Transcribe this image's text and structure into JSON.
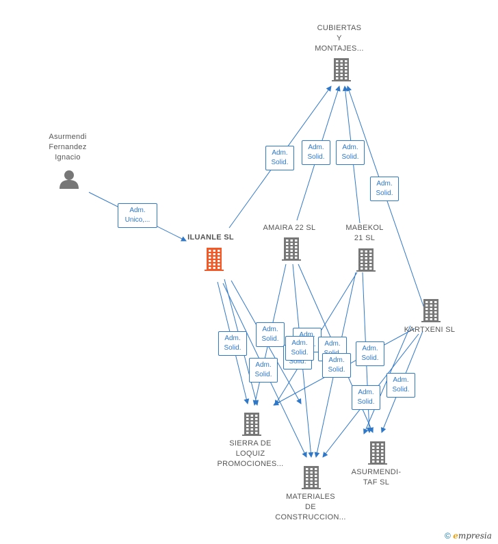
{
  "colors": {
    "edge": "#2f77c7",
    "building": "#777777",
    "building_highlight": "#f05a28",
    "person": "#777777"
  },
  "nodes": [
    {
      "id": "cubiertas",
      "label": "CUBIERTAS\nY\nMONTAJES...",
      "icon": "building-icon"
    },
    {
      "id": "asurmendi_fernandez",
      "label": "Asurmendi\nFernandez\nIgnacio",
      "icon": "person-icon"
    },
    {
      "id": "iluanle",
      "label": "ILUANLE  SL",
      "icon": "building-icon",
      "highlight": true
    },
    {
      "id": "amaira",
      "label": "AMAIRA 22  SL",
      "icon": "building-icon"
    },
    {
      "id": "mabekol",
      "label": "MABEKOL\n21  SL",
      "icon": "building-icon"
    },
    {
      "id": "kartxeni",
      "label": "KARTXENI  SL",
      "icon": "building-icon"
    },
    {
      "id": "sierra",
      "label": "SIERRA DE\nLOQUIZ\nPROMOCIONES...",
      "icon": "building-icon"
    },
    {
      "id": "materiales",
      "label": "MATERIALES\nDE\nCONSTRUCCION...",
      "icon": "building-icon"
    },
    {
      "id": "asurmendi_taf",
      "label": "ASURMENDI-\nTAF  SL",
      "icon": "building-icon"
    }
  ],
  "edge_labels": [
    "Adm.\nUnico,...",
    "Adm.\nSolid.",
    "Adm.\nSolid.",
    "Adm.\nSolid.",
    "Adm.\nSolid.",
    "Adm.\nSolid.",
    "Adm.\nSolid.",
    "Adm.\nSolid.",
    "Adm.\nSolid.",
    "Adm.\nSolid.",
    "Adm.\nSolid.",
    "Adm.\nSolid.",
    "Adm.\nSolid.",
    "Adm.\nSolid.",
    "Adm.\nSolid.",
    "Adm.\nSolid."
  ],
  "footer": {
    "copyright": "©",
    "brand_initial": "e",
    "brand_rest": "mpresia"
  }
}
